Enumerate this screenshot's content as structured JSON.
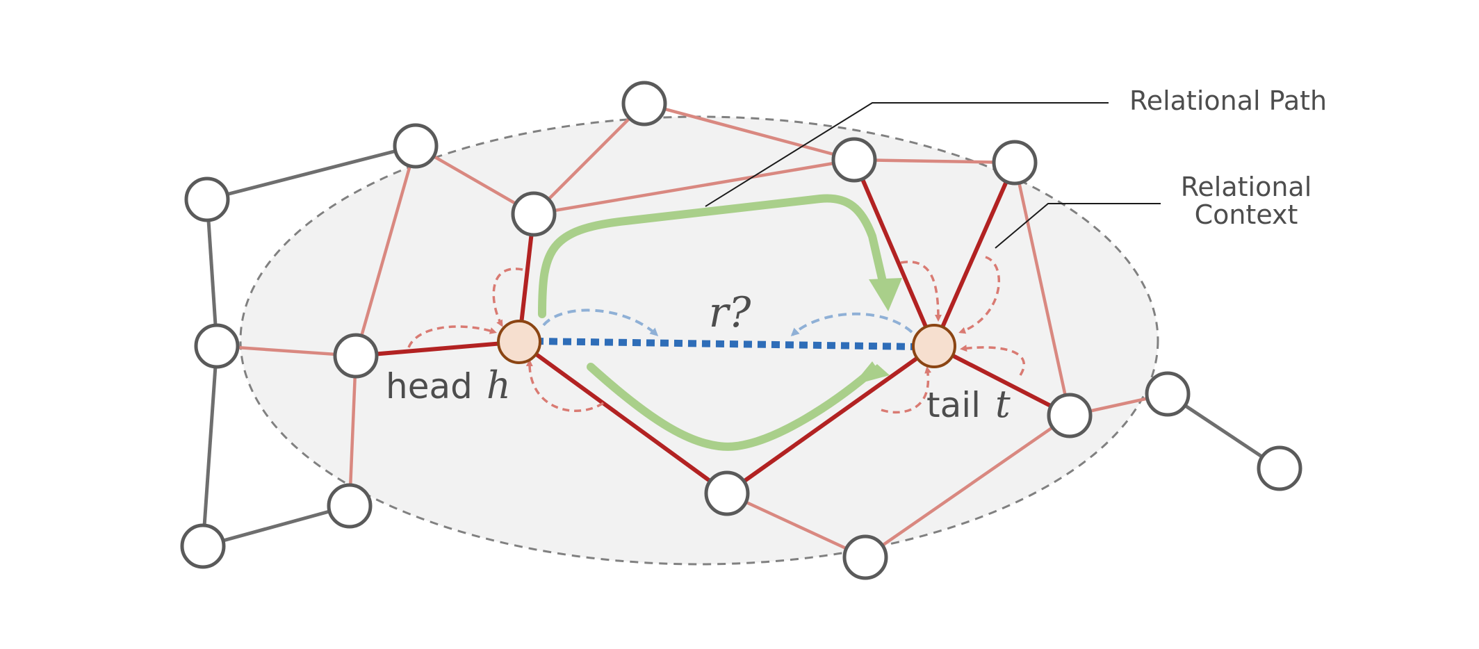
{
  "labels": {
    "relational_path": "Relational Path",
    "relational_context_line1": "Relational",
    "relational_context_line2": "Context",
    "head_word": "head",
    "head_symbol": "h",
    "tail_word": "tail",
    "tail_symbol": "t",
    "relation_query": "r?"
  },
  "colors": {
    "context_edge": "#d98880",
    "core_edge": "#b22222",
    "outer_edge": "#6e6e6e",
    "query_edge": "#2e6db8",
    "path_arrow": "#a9cf8a",
    "node_fill": "#ffffff",
    "endpoint_fill": "#f6dfcf",
    "endpoint_stroke": "#8b4513",
    "context_region": "#f2f2f2"
  }
}
